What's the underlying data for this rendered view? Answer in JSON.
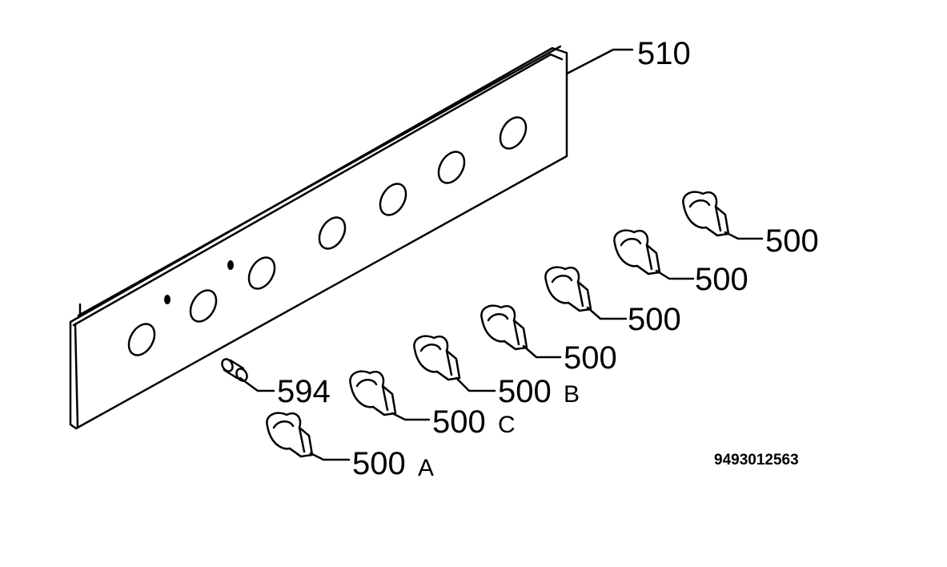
{
  "diagram": {
    "panel_callout": "510",
    "screw_callout": "594",
    "knob_callouts": [
      "500",
      "500",
      "500",
      "500",
      "500",
      "500",
      "500"
    ],
    "suffixes": {
      "a": "A",
      "b": "B",
      "c": "C"
    },
    "drawing_number": "9493012563"
  }
}
